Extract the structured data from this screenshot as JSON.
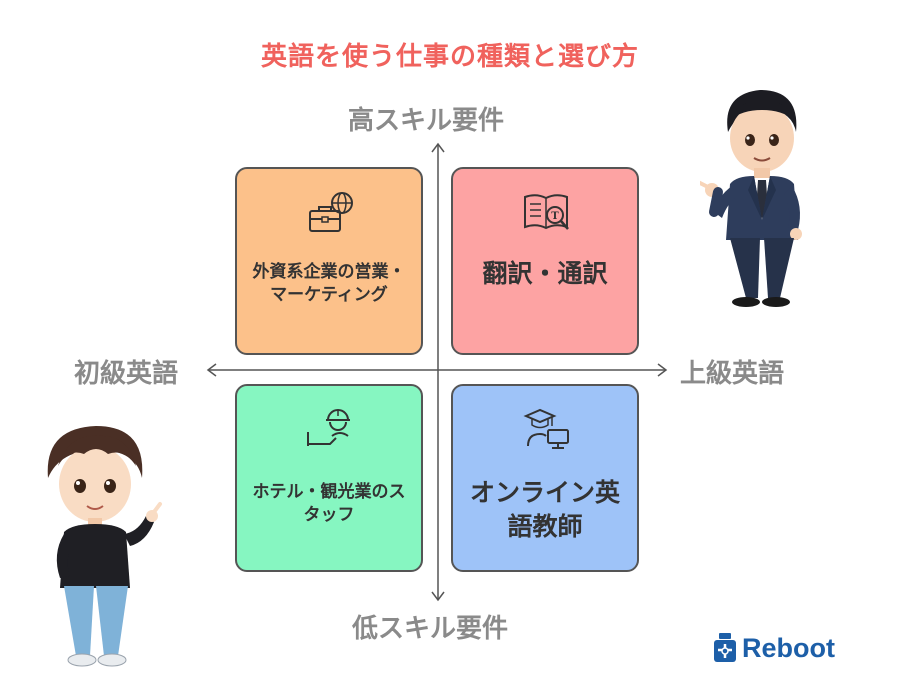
{
  "title": "英語を使う仕事の種類と選び方",
  "axes": {
    "top": "高スキル要件",
    "bottom": "低スキル要件",
    "left": "初級英語",
    "right": "上級英語"
  },
  "quadrants": {
    "top_left": {
      "label": "外資系企業の営業・マーケティング",
      "icon": "briefcase-globe-icon",
      "color": "#fcc18a"
    },
    "top_right": {
      "label": "翻訳・通訳",
      "icon": "book-translate-icon",
      "color": "#fda3a3"
    },
    "bottom_left": {
      "label": "ホテル・観光業のスタッフ",
      "icon": "hotel-staff-icon",
      "color": "#86f6c1"
    },
    "bottom_right": {
      "label": "オンライン英語教師",
      "icon": "online-teacher-icon",
      "color": "#9ec3f8"
    }
  },
  "brand": {
    "name": "Reboot",
    "color": "#1d5fa8"
  },
  "title_color": "#f0625d"
}
